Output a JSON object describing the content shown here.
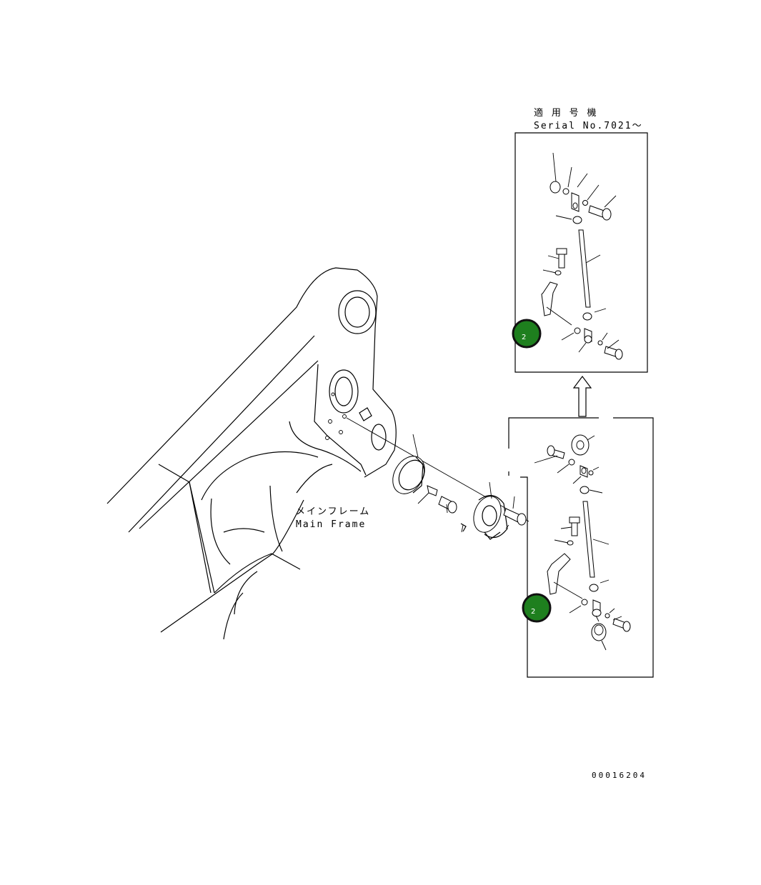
{
  "serial_note": {
    "line1": "適 用 号 機",
    "line2": "Serial No.7021～"
  },
  "frame_label": {
    "line1": "メインフレーム",
    "line2": "Main Frame"
  },
  "callouts": [
    {
      "number": "2"
    },
    {
      "number": "2"
    }
  ],
  "drawing_number": "00016204",
  "colors": {
    "callout_fill": "#1e7f1e",
    "line": "#000000",
    "background": "#ffffff"
  }
}
